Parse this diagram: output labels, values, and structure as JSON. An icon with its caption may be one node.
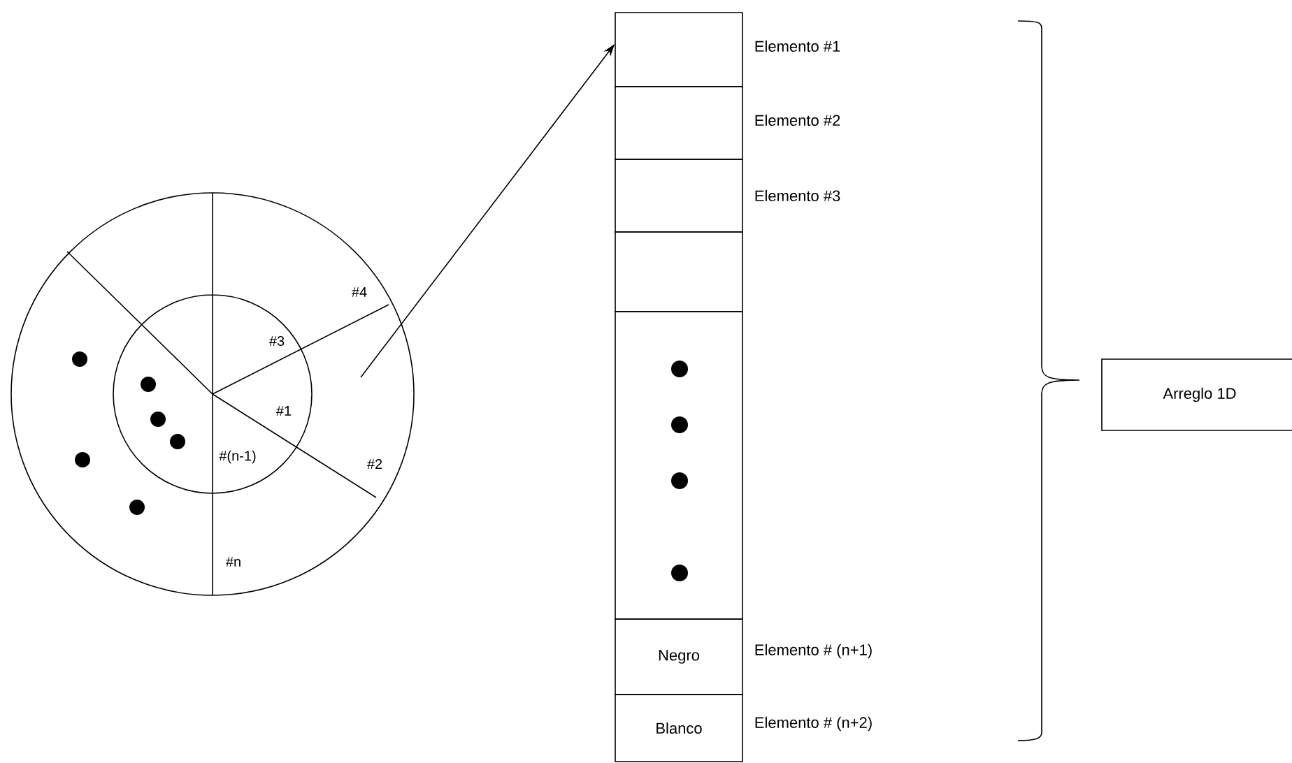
{
  "diagram": {
    "nodes": [
      {
        "text": [],
        "shape": "circle"
      },
      {
        "text": [],
        "shape": "box",
        "beside": [
          "Elemento #1"
        ]
      },
      {
        "text": [],
        "shape": "box",
        "beside": [
          "Elemento #2"
        ]
      },
      {
        "text": [],
        "shape": "box",
        "beside": [
          "Elemento #3"
        ]
      },
      {
        "text": [],
        "shape": "box"
      },
      {
        "text": [],
        "shape": "box"
      },
      {
        "text": [
          "Negro"
        ],
        "beside": [
          "Elemento # (n+1)"
        ]
      },
      {
        "text": [
          "Blanco"
        ],
        "beside": [
          "Elemento # (n+2)"
        ]
      },
      {
        "text": [
          "Arreglo 1D"
        ]
      }
    ],
    "edges": [
      {
        "from": 0,
        "to": 1,
        "arrow": "to"
      }
    ],
    "labels": [
      "#4",
      "#3",
      "#1",
      "#2",
      "#(n-1)",
      "#n"
    ]
  }
}
